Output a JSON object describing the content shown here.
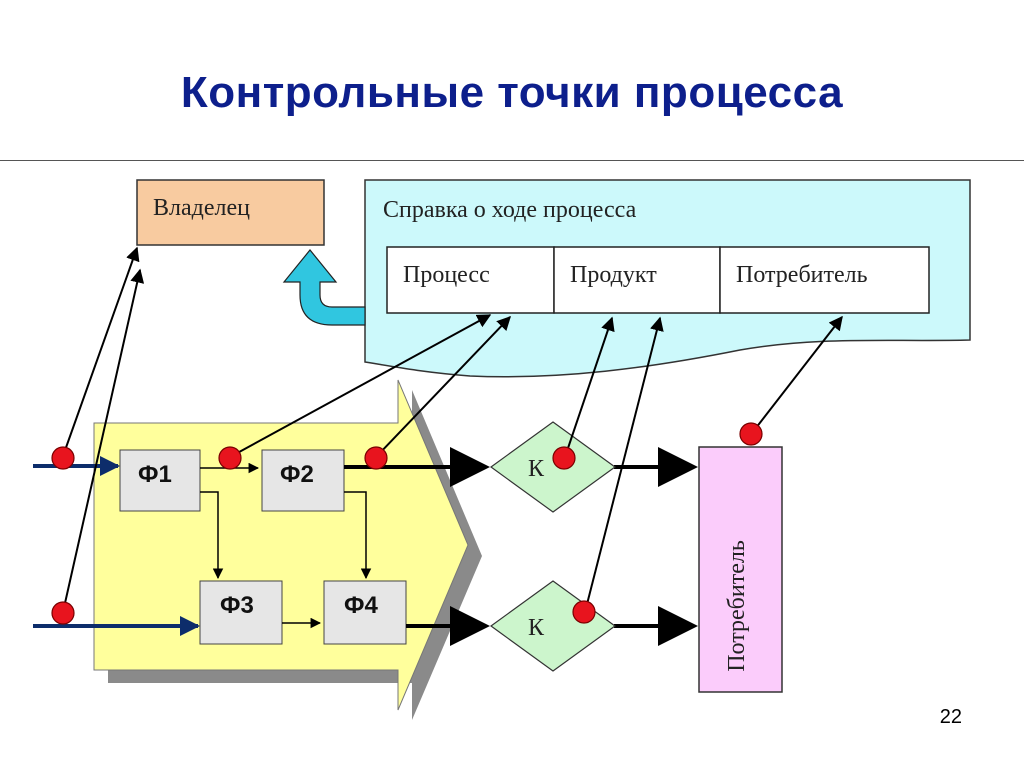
{
  "title": "Контрольные точки процесса",
  "page_number": "22",
  "owner_label": "Владелец",
  "report": {
    "title": "Справка о ходе процесса",
    "cells": [
      "Процесс",
      "Продукт",
      "Потребитель"
    ]
  },
  "functions": [
    "Ф1",
    "Ф2",
    "Ф3",
    "Ф4"
  ],
  "control_label": "К",
  "consumer_label": "Потребитель",
  "colors": {
    "title": "#0d1f8c",
    "owner_fill": "#f8cba0",
    "report_fill": "#ccf9fb",
    "process_arrow_fill": "#ffff9c",
    "function_fill": "#e6e6e6",
    "control_fill": "#ccf5cc",
    "consumer_fill": "#fbccfb",
    "checkpoint": "#e8141e",
    "feedback_arrow": "#30c6e0",
    "input_arrow": "#0d2d6b"
  }
}
